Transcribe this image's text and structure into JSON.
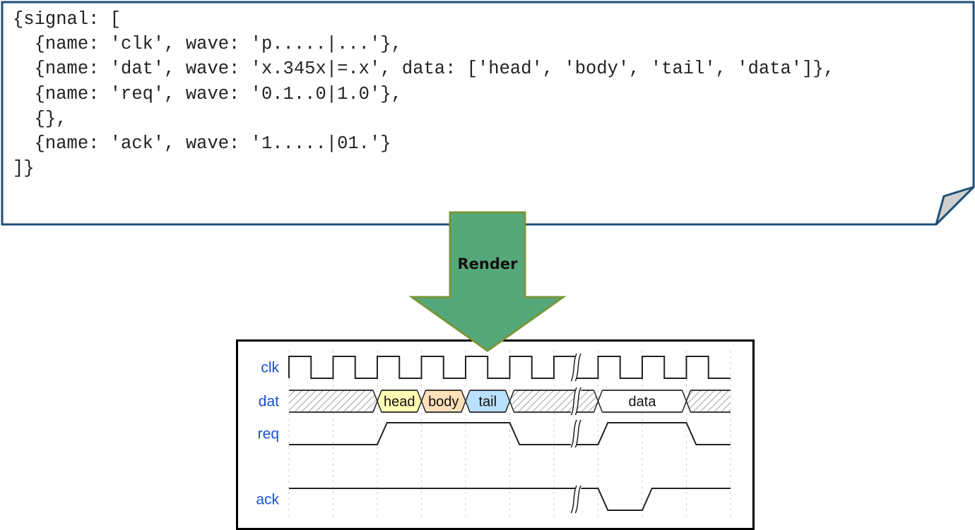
{
  "source_note": {
    "lines": [
      "{signal: [",
      "  {name: 'clk', wave: 'p.....|...'},",
      "  {name: 'dat', wave: 'x.345x|=.x', data: ['head', 'body', 'tail', 'data']},",
      "  {name: 'req', wave: '0.1..0|1.0'},",
      "  {},",
      "  {name: 'ack', wave: '1.....|01.'}",
      "]}"
    ],
    "border_color": "#1f4e79",
    "fold_color": "#d0d0d0"
  },
  "arrow": {
    "label": "Render",
    "fill": "#55a87a",
    "stroke": "#77963a"
  },
  "waveform": {
    "cycles": 10,
    "gap_cycle": 6,
    "colors": {
      "label": "#1a4fcf",
      "line": "#222222",
      "grid": "#cccccc",
      "hatch": "#888888",
      "seg3": "#ffffb4",
      "seg4": "#ffe0b9",
      "seg5": "#b9e0ff",
      "segEq": "#ffffff"
    },
    "signals": [
      {
        "name": "clk",
        "wave": "p.....|...",
        "data": []
      },
      {
        "name": "dat",
        "wave": "x.345x|=.x",
        "data": [
          "head",
          "body",
          "tail",
          "data"
        ]
      },
      {
        "name": "req",
        "wave": "0.1..0|1.0",
        "data": []
      },
      {
        "name": "",
        "wave": "",
        "data": []
      },
      {
        "name": "ack",
        "wave": "1.....|01.",
        "data": []
      }
    ]
  }
}
